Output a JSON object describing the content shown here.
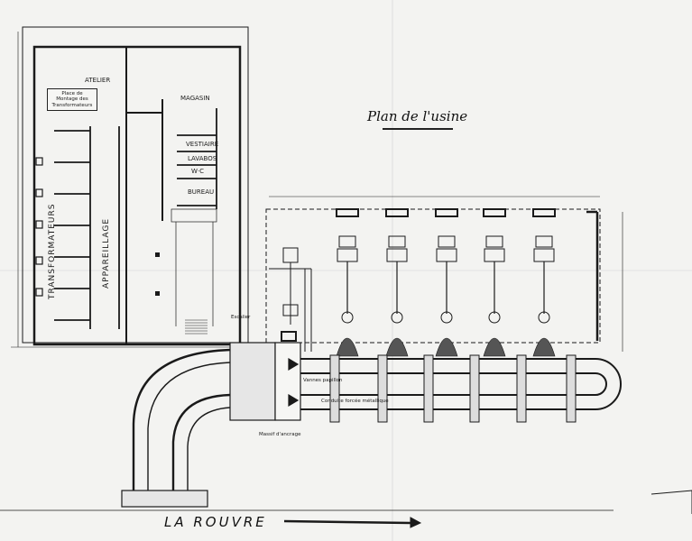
{
  "title": "Plan de l'usine",
  "river": "LA ROUVRE",
  "rooms": {
    "atelier": "ATELIER",
    "montage": "Place de Montage des Transformateurs",
    "magasin": "MAGASIN",
    "vestiaire": "VESTIAIRE",
    "lavabos": "LAVABOS",
    "wc": "W·C",
    "bureau": "BUREAU",
    "transformateurs": "TRANSFORMATEURS",
    "appareillage": "APPAREILLAGE",
    "escalier": "Escalier"
  },
  "labels": {
    "vannes_papillon": "Vannes papillon",
    "conduite": "Conduite forcée métallique",
    "massif": "Massif d'ancrage"
  },
  "units": {
    "count": 5
  },
  "colors": {
    "paper": "#f3f3f1",
    "ink": "#1a1a1a",
    "fill": "#3a3a3a"
  }
}
